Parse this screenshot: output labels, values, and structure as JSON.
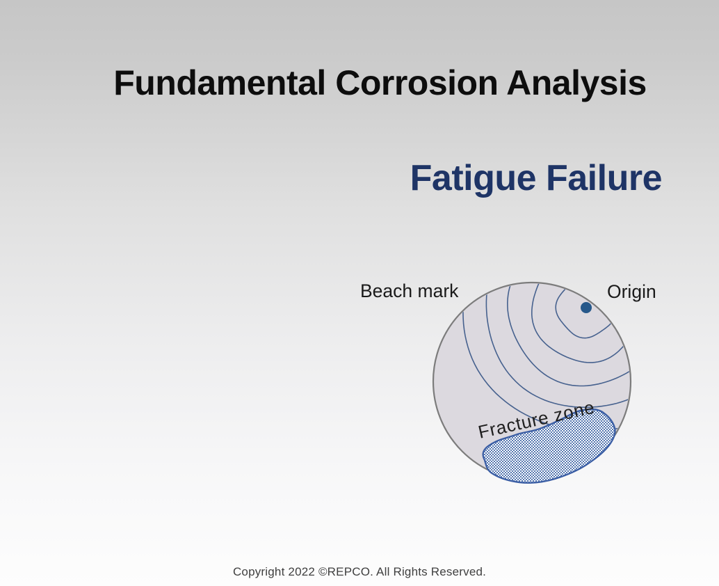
{
  "slide": {
    "title": "Fundamental Corrosion Analysis",
    "subtitle": "Fatigue Failure",
    "footer": "Copyright 2022 ©REPCO. All Rights Reserved."
  },
  "diagram": {
    "name": "fatigue-fracture-surface",
    "labels": {
      "beach_mark": "Beach mark",
      "origin": "Origin",
      "fracture_zone": "Fracture zone"
    },
    "beach_marks": {
      "radii": [
        42,
        78,
        112,
        145,
        178
      ],
      "start_deg": 228,
      "end_deg": 28
    }
  },
  "colors": {
    "title_text": "#0d0d0d",
    "subtitle_text": "#1e3466",
    "label_text": "#1a1a1a",
    "footer_text": "#3f3f3f",
    "background_top": "#c6c6c6",
    "background_bottom": "#fdfdfd",
    "circle_fill": "#dcd9df",
    "circle_stroke": "#7c7c7c",
    "beach_mark_line": "#46618e",
    "origin_dot": "#26588a",
    "fracture_zone_outline": "#3c5fa5",
    "fracture_zone_pattern": "#5577b0"
  }
}
